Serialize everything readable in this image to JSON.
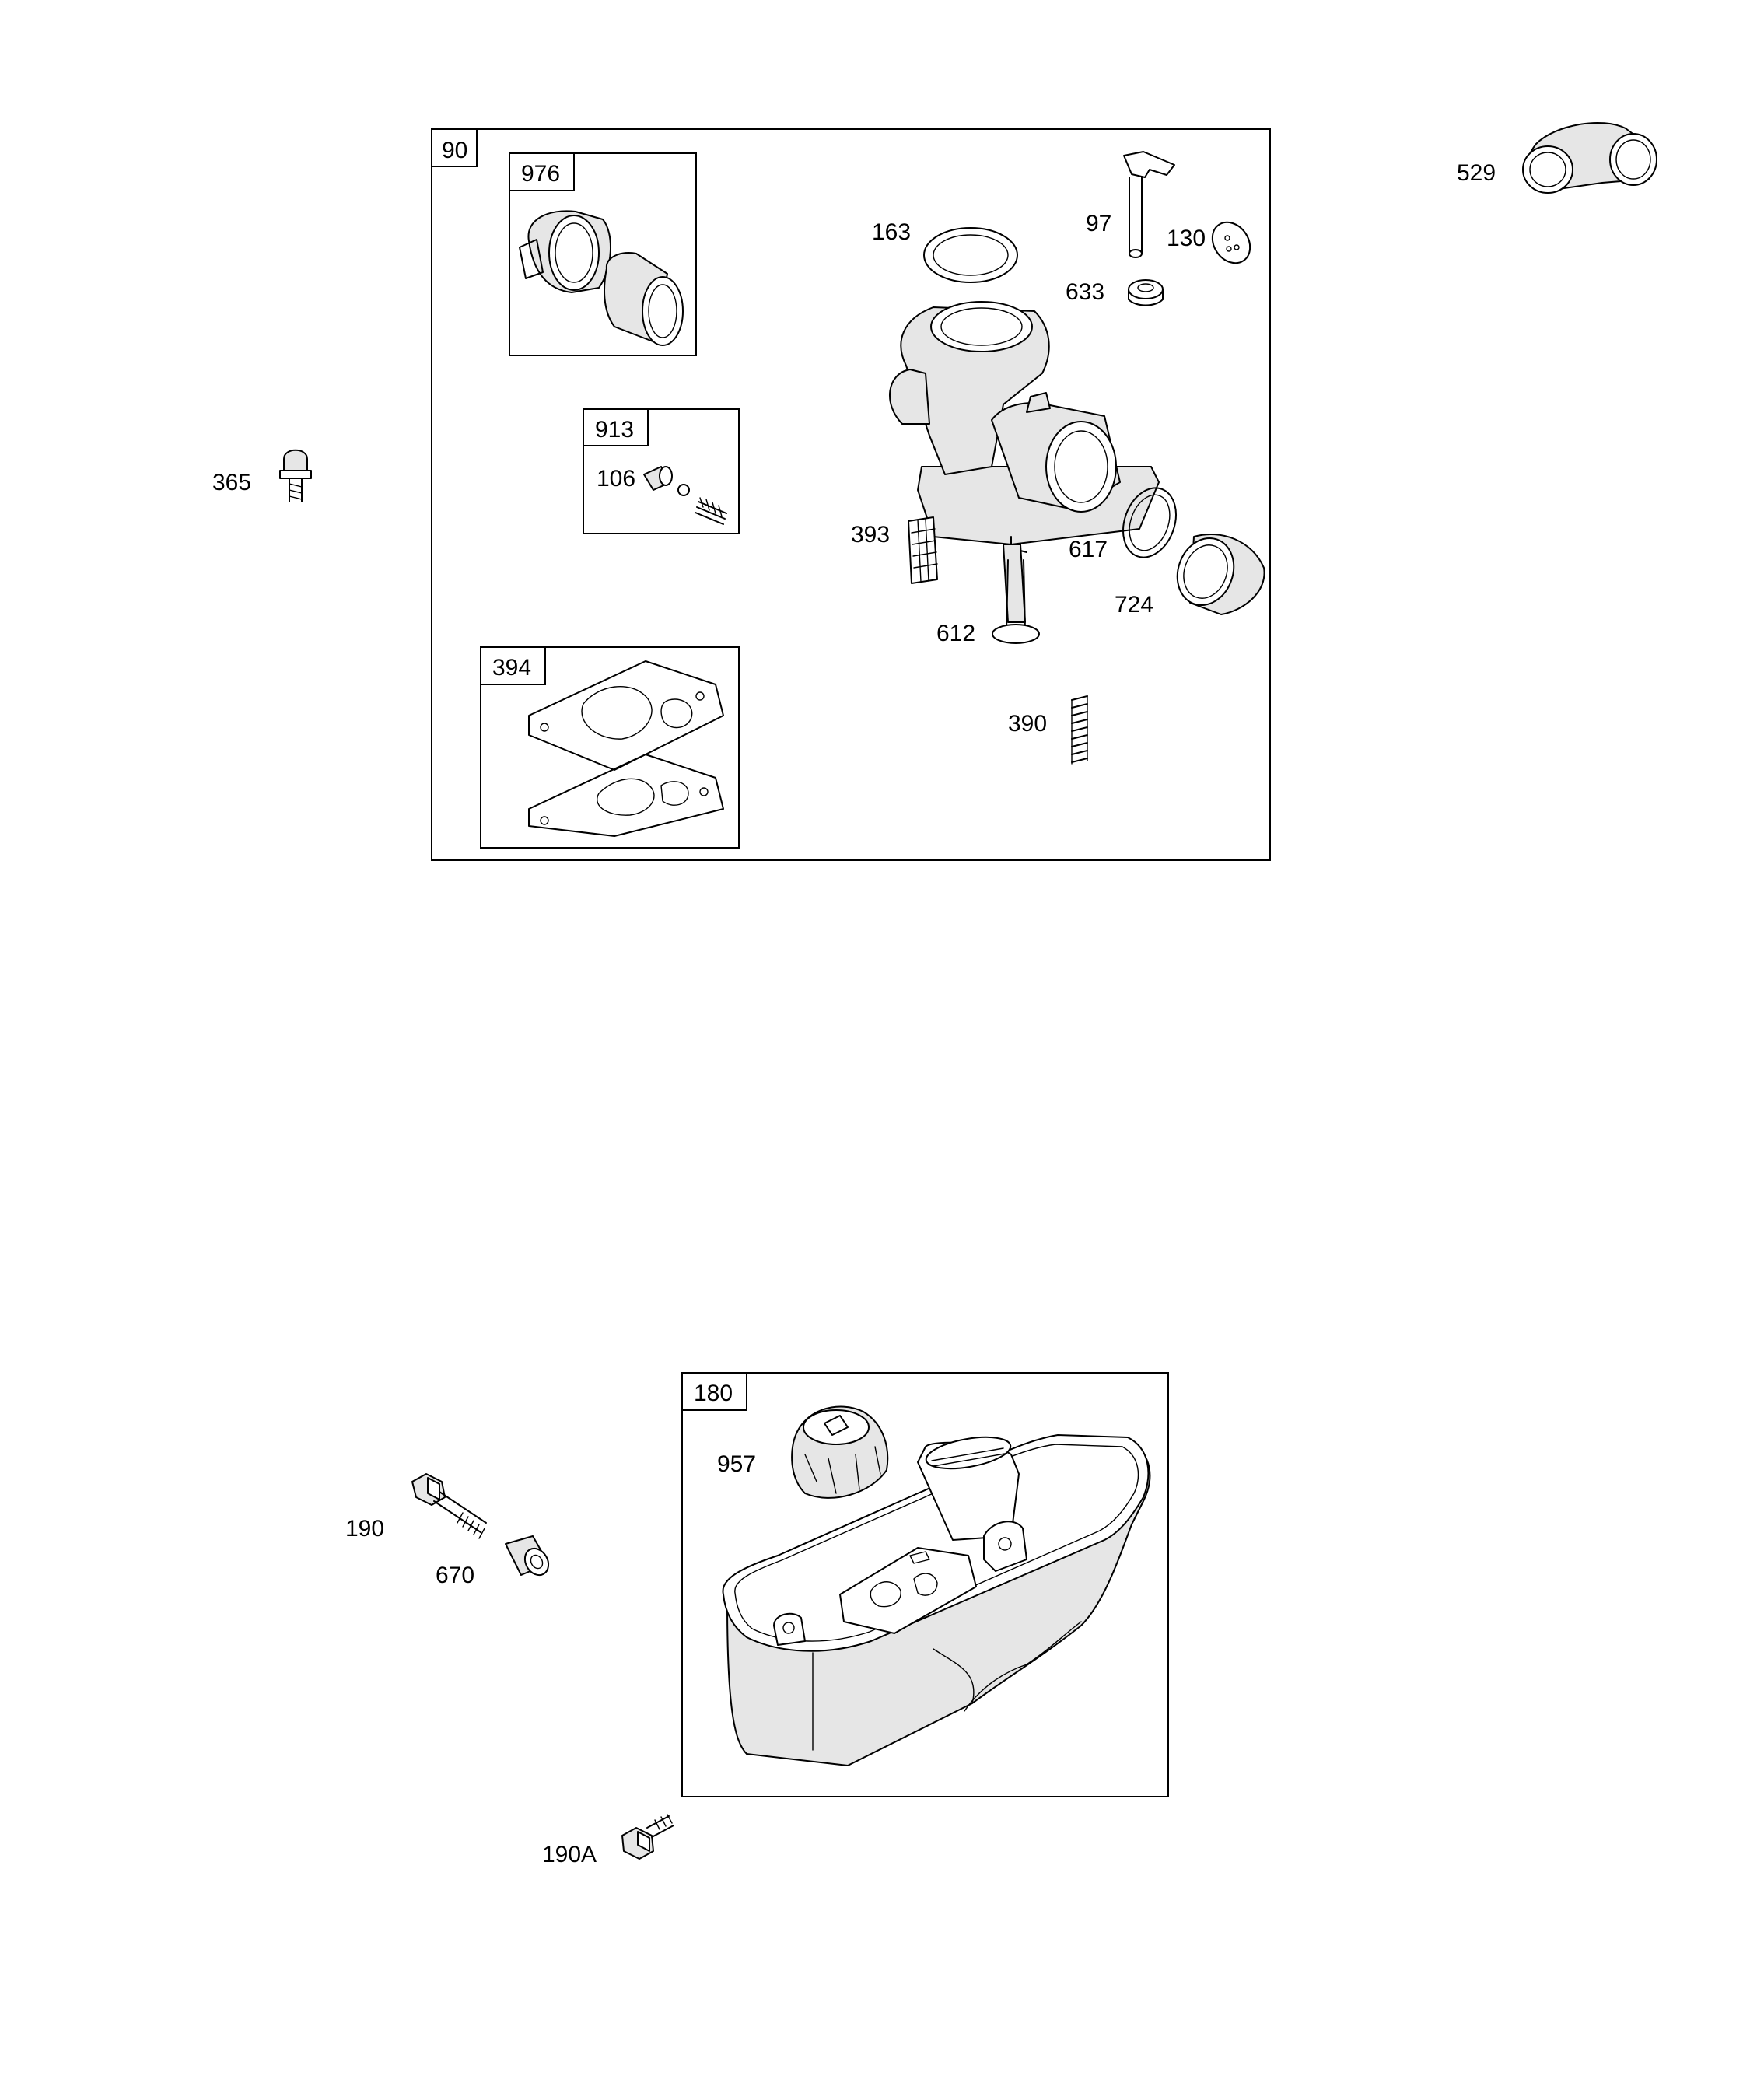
{
  "diagram": {
    "groups": [
      {
        "id": "90",
        "label": "90"
      },
      {
        "id": "976",
        "label": "976"
      },
      {
        "id": "913",
        "label": "913"
      },
      {
        "id": "394",
        "label": "394"
      },
      {
        "id": "180",
        "label": "180"
      }
    ],
    "parts": [
      {
        "id": "529",
        "label": "529"
      },
      {
        "id": "365",
        "label": "365"
      },
      {
        "id": "163",
        "label": "163"
      },
      {
        "id": "97",
        "label": "97"
      },
      {
        "id": "130",
        "label": "130"
      },
      {
        "id": "633",
        "label": "633"
      },
      {
        "id": "106",
        "label": "106"
      },
      {
        "id": "393",
        "label": "393"
      },
      {
        "id": "617",
        "label": "617"
      },
      {
        "id": "724",
        "label": "724"
      },
      {
        "id": "612",
        "label": "612"
      },
      {
        "id": "390",
        "label": "390"
      },
      {
        "id": "957",
        "label": "957"
      },
      {
        "id": "190",
        "label": "190"
      },
      {
        "id": "670",
        "label": "670"
      },
      {
        "id": "190A",
        "label": "190A"
      }
    ]
  }
}
